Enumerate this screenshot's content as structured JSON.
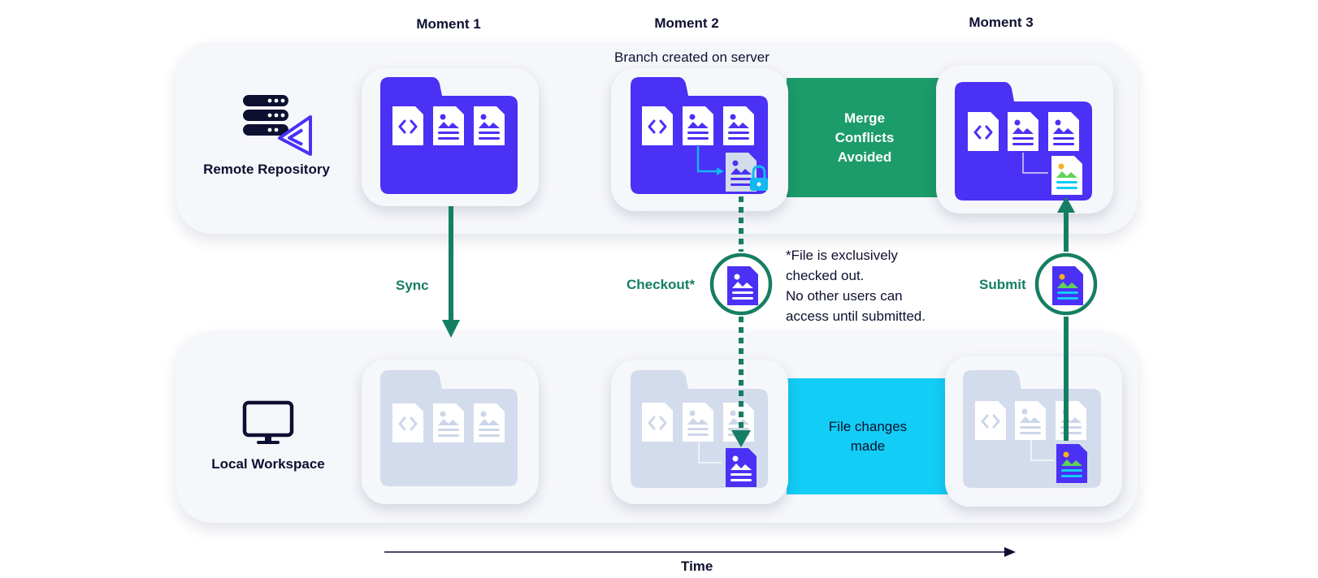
{
  "moments": [
    {
      "label": "Moment 1"
    },
    {
      "label": "Moment 2"
    },
    {
      "label": "Moment 3"
    }
  ],
  "lanes": {
    "remote": {
      "label": "Remote Repository",
      "icon": "server-icon"
    },
    "local": {
      "label": "Local Workspace",
      "icon": "monitor-icon"
    }
  },
  "annotations": {
    "branch_created": "Branch created on server",
    "merge_conflicts": [
      "Merge",
      "Conflicts",
      "Avoided"
    ],
    "file_changes": [
      "File changes",
      "made"
    ],
    "exclusive_note": [
      "*File is exclusively",
      "checked out.",
      "No other users can",
      "access until submitted."
    ]
  },
  "actions": {
    "sync": "Sync",
    "checkout": "Checkout*",
    "submit": "Submit"
  },
  "axis": {
    "label": "Time"
  },
  "colors": {
    "folder_active": "#4b30f5",
    "folder_inactive": "#d3dcec",
    "arrow_green": "#157e63",
    "merge_band": "#1c9c6a",
    "changes_band": "#12cdf5",
    "branch_arrow": "#12b8f0"
  }
}
